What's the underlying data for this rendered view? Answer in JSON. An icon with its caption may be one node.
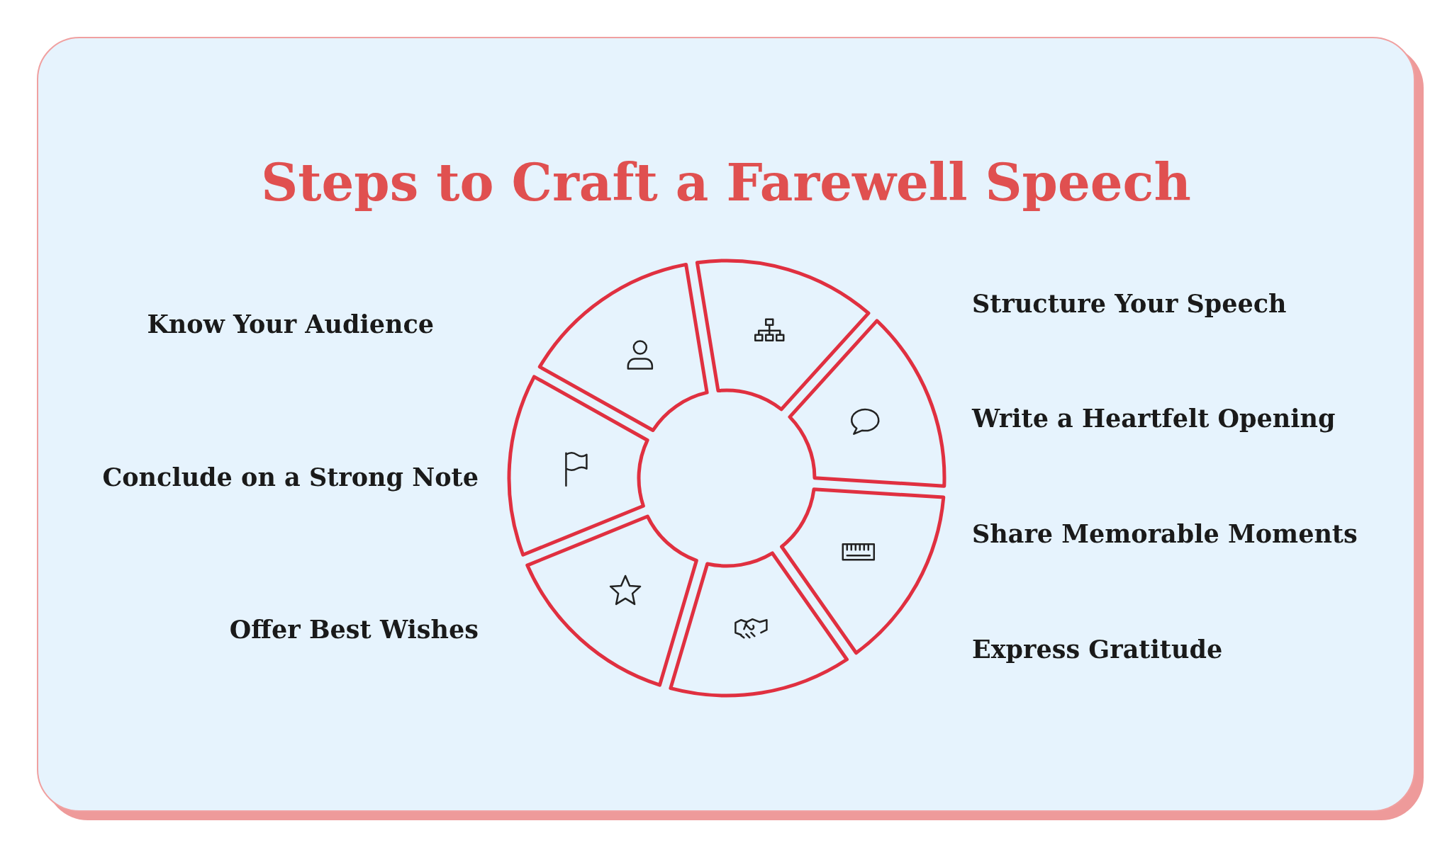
{
  "diagram": {
    "title": "Steps to Craft a Farewell Speech",
    "nodes": [
      {
        "text": [],
        "shape": "sector"
      },
      {
        "text": [],
        "shape": "sector"
      },
      {
        "text": [],
        "shape": "sector"
      },
      {
        "text": [],
        "shape": "sector"
      },
      {
        "text": [],
        "shape": "sector"
      },
      {
        "text": [],
        "shape": "sector"
      },
      {
        "text": [],
        "shape": "sector"
      }
    ],
    "edges": [],
    "labels": [
      "Structure Your Speech",
      "Know Your Audience",
      "Write a Heartfelt Opening",
      "Conclude on a Strong Note",
      "Share Memorable Moments",
      "Offer Best Wishes",
      "Express Gratitude"
    ]
  }
}
